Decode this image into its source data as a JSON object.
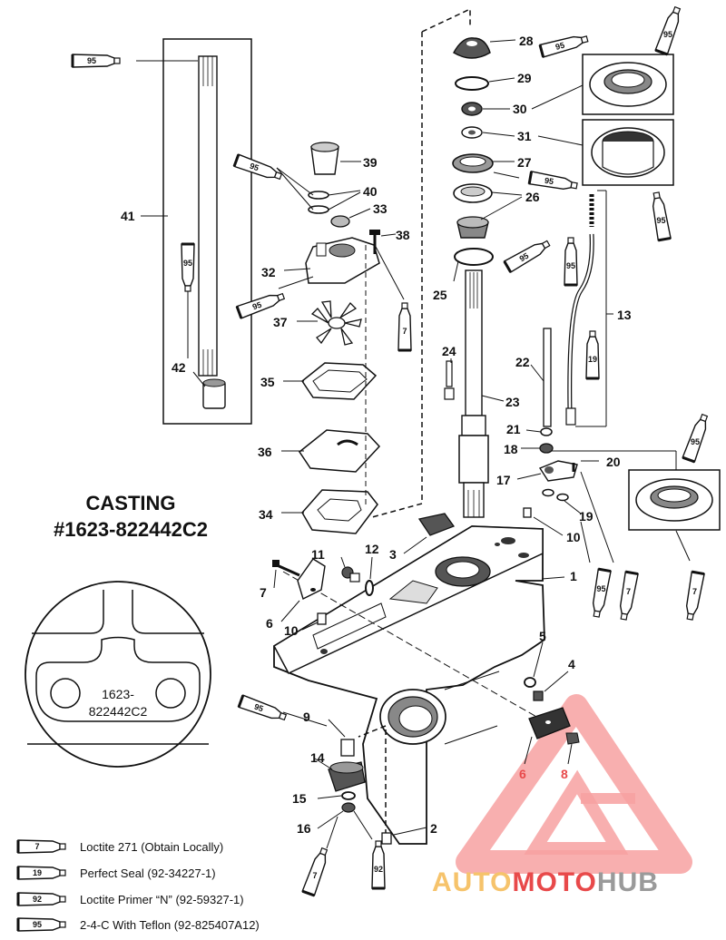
{
  "casting": {
    "title": "CASTING",
    "number": "#1623-822442C2",
    "inset_label_line1": "1623-",
    "inset_label_line2": "822442C2"
  },
  "tube_labels": {
    "t95": "95",
    "t7": "7",
    "t19": "19",
    "t92": "92"
  },
  "callouts": [
    "1",
    "2",
    "3",
    "4",
    "5",
    "6",
    "7",
    "8",
    "9",
    "10",
    "11",
    "12",
    "13",
    "14",
    "15",
    "16",
    "17",
    "18",
    "19",
    "20",
    "21",
    "22",
    "23",
    "24",
    "25",
    "26",
    "27",
    "28",
    "29",
    "30",
    "31",
    "32",
    "33",
    "34",
    "35",
    "36",
    "37",
    "38",
    "39",
    "40",
    "41",
    "42"
  ],
  "legend": [
    {
      "tube": "7",
      "text": "Loctite 271 (Obtain Locally)"
    },
    {
      "tube": "19",
      "text": "Perfect Seal (92-34227-1)"
    },
    {
      "tube": "92",
      "text": "Loctite Primer “N” (92-59327-1)"
    },
    {
      "tube": "95",
      "text": "2-4-C  With Teflon (92-825407A12)"
    }
  ],
  "watermark": {
    "part1": "AUTO",
    "part2": "MOTO",
    "part3": "HUB",
    "color_light": "#f6c36b",
    "color_red": "#e8494a",
    "color_gray": "#9a9a9a"
  }
}
